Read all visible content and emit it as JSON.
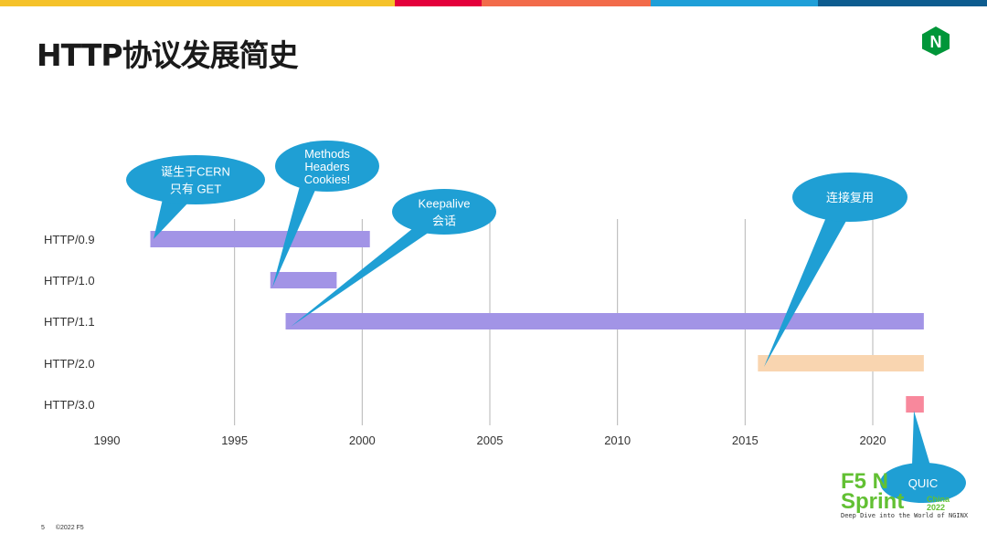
{
  "title": "HTTP协议发展简史",
  "stripe_colors": [
    "#f5c22a",
    "#e4003b",
    "#f26b4a",
    "#1f9fd8",
    "#0d5c8f"
  ],
  "logo": {
    "letter": "N",
    "color": "#009639"
  },
  "footer": {
    "page": "5",
    "copyright": "©2022 F5"
  },
  "brand": {
    "line1": "F5 N",
    "line2": "Sprint",
    "year": "China 2022",
    "tagline": "Deep Dive into the World of NGINX"
  },
  "chart_data": {
    "type": "gantt",
    "categories": [
      "HTTP/0.9",
      "HTTP/1.0",
      "HTTP/1.1",
      "HTTP/2.0",
      "HTTP/3.0"
    ],
    "series": [
      {
        "start": 1991.7,
        "end": 2000.3,
        "color": "#a294e6"
      },
      {
        "start": 1996.4,
        "end": 1999.0,
        "color": "#a294e6"
      },
      {
        "start": 1997.0,
        "end": 2022.0,
        "color": "#a294e6"
      },
      {
        "start": 2015.5,
        "end": 2022.0,
        "color": "#f9d5b0"
      },
      {
        "start": 2021.3,
        "end": 2022.0,
        "color": "#f8889c"
      }
    ],
    "xlim": [
      1990,
      2022
    ],
    "xticks": [
      "1990",
      "1995",
      "2000",
      "2005",
      "2010",
      "2015",
      "2020"
    ],
    "grid": true,
    "annotations": [
      {
        "lines": [
          "诞生于CERN",
          "只有 GET"
        ],
        "target": "HTTP/0.9"
      },
      {
        "lines": [
          "Methods",
          "Headers",
          "Cookies!"
        ],
        "target": "HTTP/1.0"
      },
      {
        "lines": [
          "Keepalive",
          "会话"
        ],
        "target": "HTTP/1.1"
      },
      {
        "lines": [
          "连接复用"
        ],
        "target": "HTTP/2.0"
      },
      {
        "lines": [
          "QUIC"
        ],
        "target": "HTTP/3.0"
      }
    ],
    "callout_color": "#1f9fd4"
  }
}
